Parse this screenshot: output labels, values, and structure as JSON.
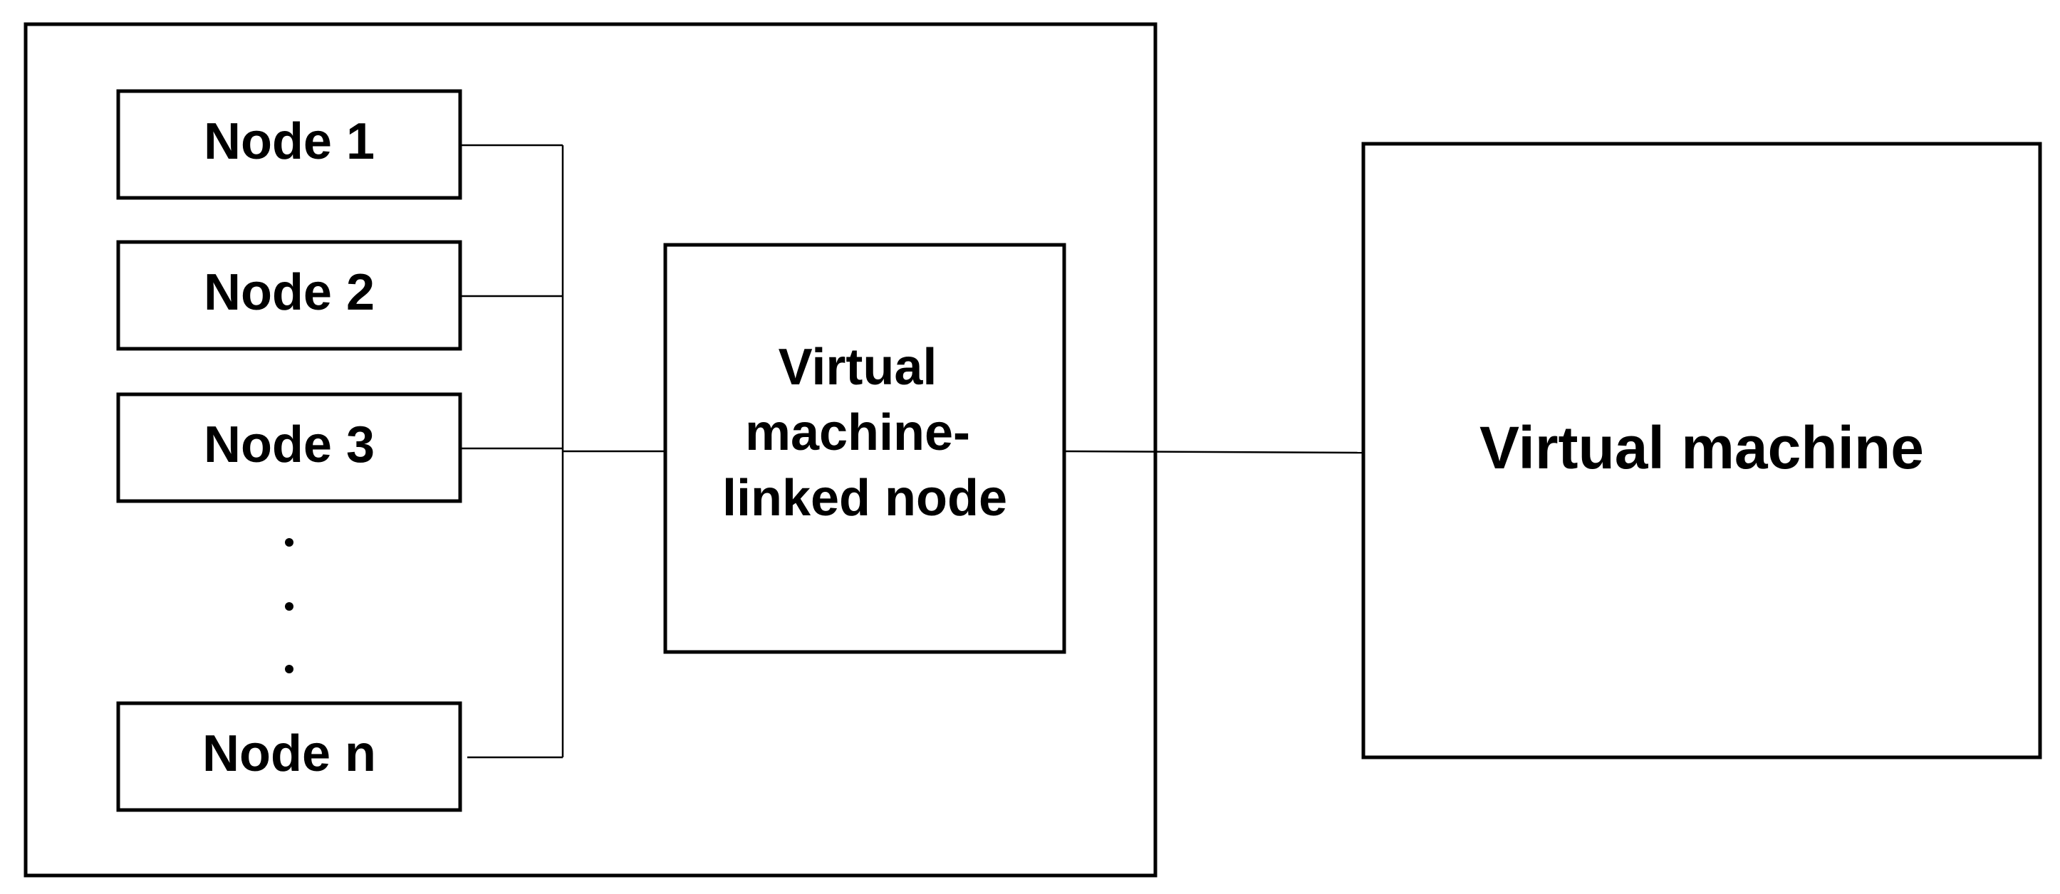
{
  "nodes": [
    {
      "label": "Node 1"
    },
    {
      "label": "Node 2"
    },
    {
      "label": "Node 3"
    },
    {
      "label": "Node n"
    }
  ],
  "ellipsis": ".\n.\n.",
  "vm_linked_node": {
    "lines": [
      "Virtual",
      "machine-",
      "linked node"
    ]
  },
  "virtual_machine": {
    "label": "Virtual machine"
  }
}
